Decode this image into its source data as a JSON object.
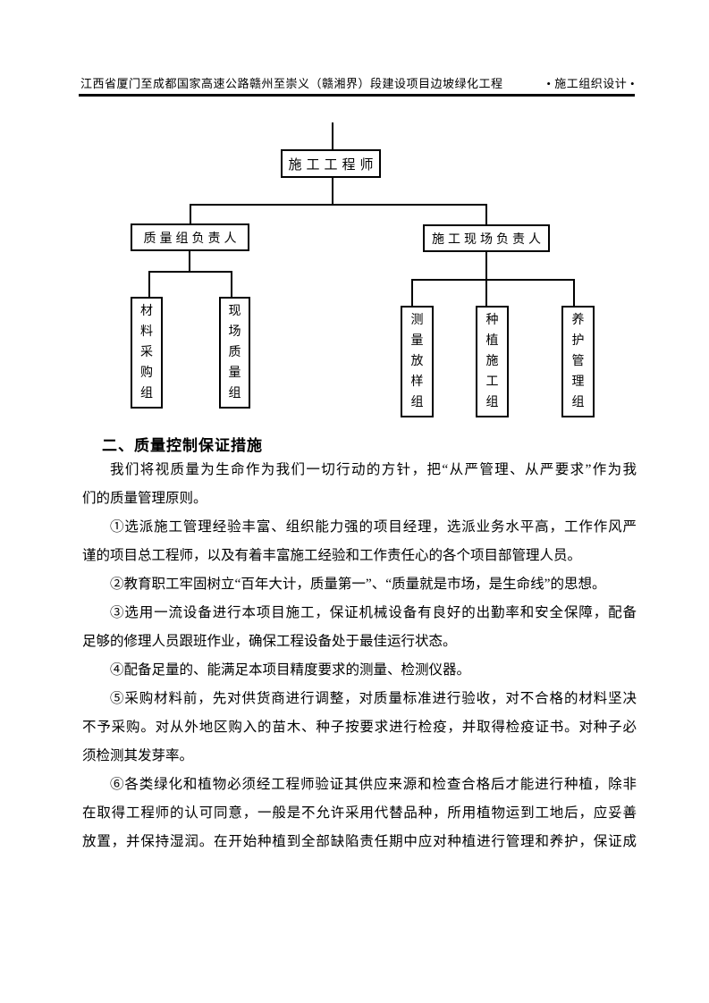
{
  "colors": {
    "ink": "#000000",
    "paper": "#ffffff"
  },
  "header": {
    "project_title": "江西省厦门至成都国家高速公路赣州至崇义（赣湘界）段建设项目边坡绿化工程",
    "doc_label": "• 施工组织设计 •"
  },
  "org_chart": {
    "root": "施工工程师",
    "level2": [
      "质量组负责人",
      "施工现场负责人"
    ],
    "level3": [
      "材料采购组",
      "现场质量组",
      "测量放样组",
      "种植施工组",
      "养护管理组"
    ]
  },
  "section": {
    "heading": "二、质量控制保证措施",
    "paragraphs": [
      {
        "continues": false,
        "lines": [
          "我们将视质量为生命作为我们一切行动的方针，把“从严管理、从严要求”作为我",
          "们的质量管理原则。"
        ]
      },
      {
        "continues": false,
        "lines": [
          "①选派施工管理经验丰富、组织能力强的项目经理，选派业务水平高，工作作风严",
          "谨的项目总工程师，以及有着丰富施工经验和工作责任心的各个项目部管理人员。"
        ]
      },
      {
        "continues": false,
        "lines": [
          "②教育职工牢固树立“百年大计，质量第一”、“质量就是市场，是生命线”的思想。"
        ]
      },
      {
        "continues": false,
        "lines": [
          "③选用一流设备进行本项目施工，保证机械设备有良好的出勤率和安全保障，配备",
          "足够的修理人员跟班作业，确保工程设备处于最佳运行状态。"
        ]
      },
      {
        "continues": false,
        "lines": [
          "④配备足量的、能满足本项目精度要求的测量、检测仪器。"
        ]
      },
      {
        "continues": false,
        "lines": [
          "⑤采购材料前，先对供货商进行调整，对质量标准进行验收，对不合格的材料坚决",
          "不予采购。对从外地区购入的苗木、种子按要求进行检疫，并取得检疫证书。对种子必",
          "须检测其发芽率。"
        ]
      },
      {
        "continues": true,
        "lines": [
          "⑥各类绿化和植物必须经工程师验证其供应来源和检查合格后才能进行种植，除非",
          "在取得工程师的认可同意，一般是不允许采用代替品种，所用植物运到工地后，应妥善",
          "放置，并保持湿润。在开始种植到全部缺陷责任期中应对种植进行管理和养护，保证成"
        ]
      }
    ]
  }
}
